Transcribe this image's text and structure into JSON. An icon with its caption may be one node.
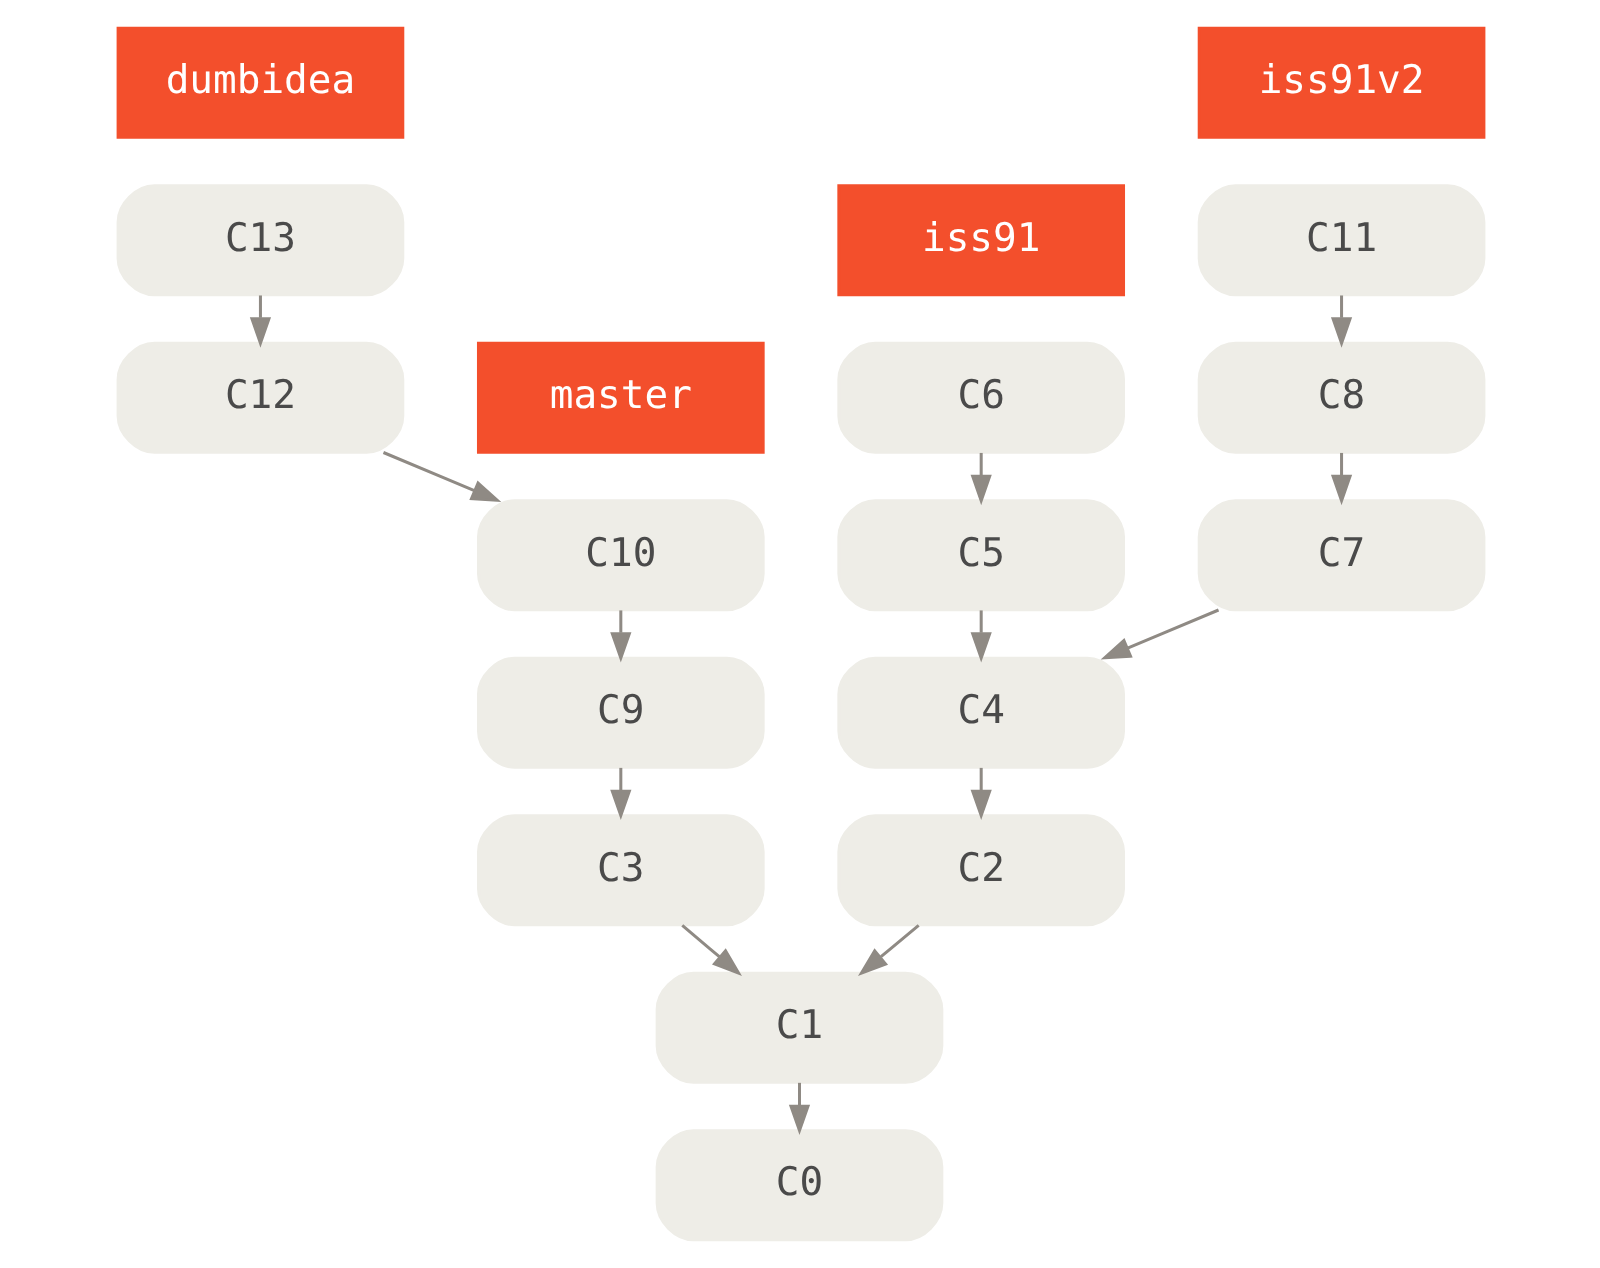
{
  "diagram": {
    "nodes": [
      {
        "text": [
          "dumbidea"
        ]
      },
      {
        "text": [
          "iss91v2"
        ]
      },
      {
        "text": [
          "C13"
        ]
      },
      {
        "text": [
          "C11"
        ]
      },
      {
        "text": [
          "iss91"
        ]
      },
      {
        "text": [
          "C12"
        ]
      },
      {
        "text": [
          "C8"
        ]
      },
      {
        "text": [
          "master"
        ]
      },
      {
        "text": [
          "C6"
        ]
      },
      {
        "text": [
          "C10"
        ]
      },
      {
        "text": [
          "C5"
        ]
      },
      {
        "text": [
          "C7"
        ]
      },
      {
        "text": [
          "C9"
        ]
      },
      {
        "text": [
          "C4"
        ]
      },
      {
        "text": [
          "C3"
        ]
      },
      {
        "text": [
          "C2"
        ]
      },
      {
        "text": [
          "C1"
        ]
      },
      {
        "text": [
          "C0"
        ]
      }
    ],
    "edges": [
      {
        "from": 2,
        "to": 5,
        "arrow": "to"
      },
      {
        "from": 5,
        "to": 9,
        "arrow": "to"
      },
      {
        "from": 9,
        "to": 12,
        "arrow": "to"
      },
      {
        "from": 12,
        "to": 14,
        "arrow": "to"
      },
      {
        "from": 14,
        "to": 16,
        "arrow": "to"
      },
      {
        "from": 16,
        "to": 17,
        "arrow": "to"
      },
      {
        "from": 8,
        "to": 10,
        "arrow": "to"
      },
      {
        "from": 10,
        "to": 13,
        "arrow": "to"
      },
      {
        "from": 13,
        "to": 15,
        "arrow": "to"
      },
      {
        "from": 15,
        "to": 16,
        "arrow": "to"
      },
      {
        "from": 3,
        "to": 6,
        "arrow": "to"
      },
      {
        "from": 6,
        "to": 11,
        "arrow": "to"
      },
      {
        "from": 11,
        "to": 13,
        "arrow": "to"
      }
    ]
  }
}
